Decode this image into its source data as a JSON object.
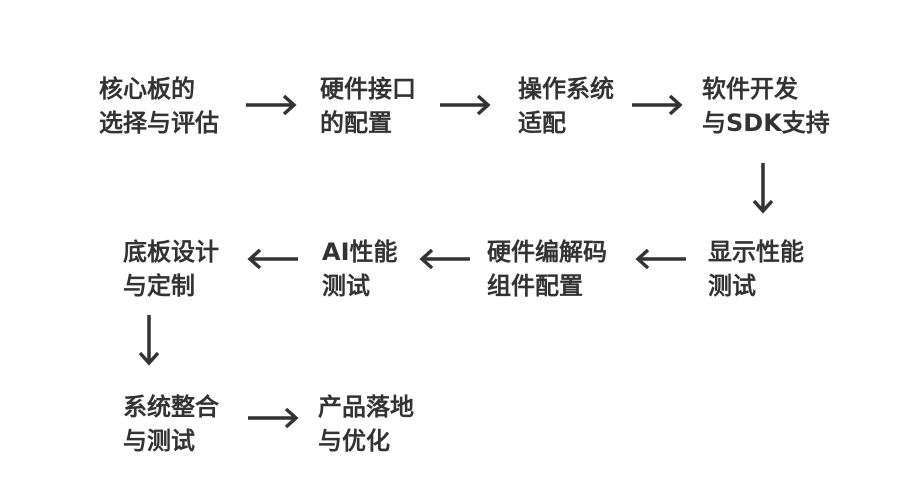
{
  "diagram": {
    "type": "flowchart",
    "colors": {
      "text": "#333333",
      "arrow": "#333333",
      "background": "#ffffff"
    },
    "steps": [
      {
        "lines": [
          "核心板的",
          "选择与评估"
        ]
      },
      {
        "lines": [
          "硬件接口",
          "的配置"
        ]
      },
      {
        "lines": [
          "操作系统",
          "适配"
        ]
      },
      {
        "lines": [
          "软件开发",
          "与SDK支持"
        ]
      },
      {
        "lines": [
          "显示性能",
          "测试"
        ]
      },
      {
        "lines": [
          "硬件编解码",
          "组件配置"
        ]
      },
      {
        "lines": [
          "AI性能",
          "测试"
        ]
      },
      {
        "lines": [
          "底板设计",
          "与定制"
        ]
      },
      {
        "lines": [
          "系统整合",
          "与测试"
        ]
      },
      {
        "lines": [
          "产品落地",
          "与优化"
        ]
      }
    ],
    "connections": [
      {
        "from": 0,
        "to": 1,
        "direction": "right"
      },
      {
        "from": 1,
        "to": 2,
        "direction": "right"
      },
      {
        "from": 2,
        "to": 3,
        "direction": "right"
      },
      {
        "from": 3,
        "to": 4,
        "direction": "down"
      },
      {
        "from": 4,
        "to": 5,
        "direction": "left"
      },
      {
        "from": 5,
        "to": 6,
        "direction": "left"
      },
      {
        "from": 6,
        "to": 7,
        "direction": "left"
      },
      {
        "from": 7,
        "to": 8,
        "direction": "down"
      },
      {
        "from": 8,
        "to": 9,
        "direction": "right"
      }
    ]
  }
}
